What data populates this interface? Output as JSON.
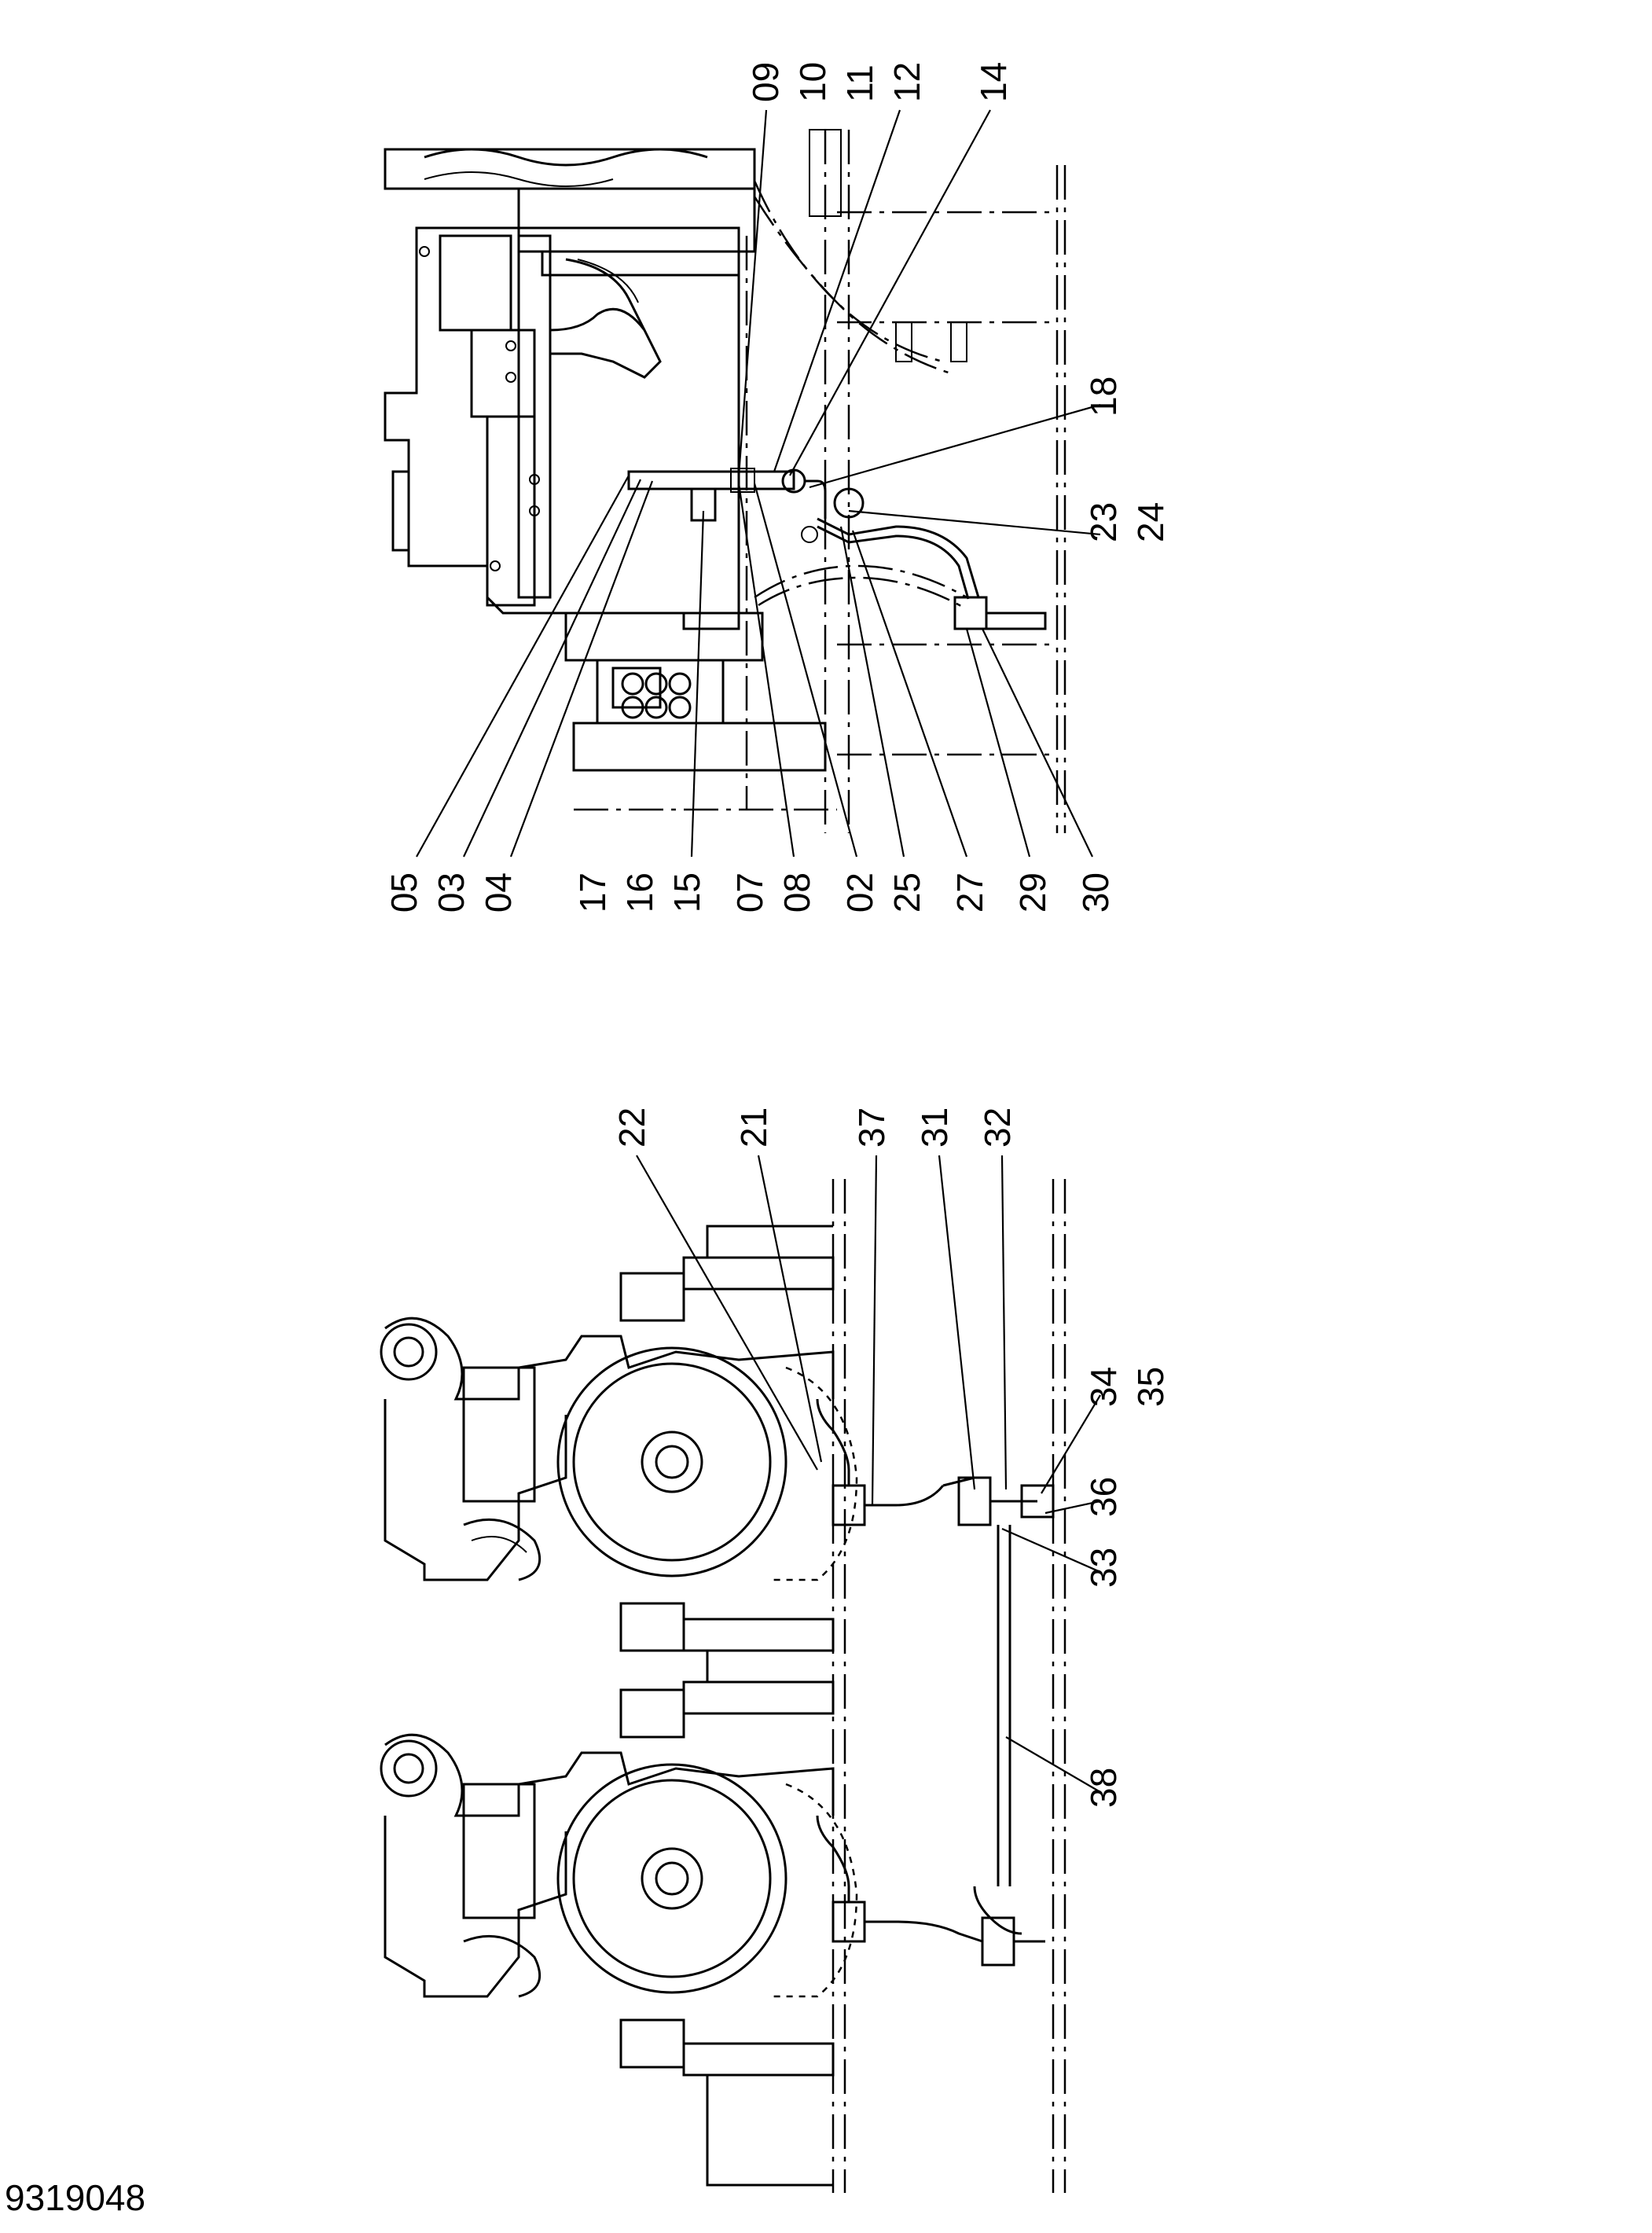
{
  "drawing": {
    "document_number": "9319048",
    "callouts": {
      "top_view": {
        "left_labels": [
          "05",
          "03",
          "04",
          "17",
          "16",
          "15",
          "07",
          "08",
          "02",
          "25",
          "27",
          "29",
          "30"
        ],
        "top_labels": [
          "09",
          "10",
          "11",
          "12",
          "14"
        ],
        "right_labels": [
          "18",
          "23",
          "24"
        ]
      },
      "bottom_view": {
        "top_labels": [
          "22",
          "21",
          "37",
          "31",
          "32"
        ],
        "right_labels": [
          "34",
          "35",
          "36",
          "33",
          "38"
        ]
      }
    }
  }
}
